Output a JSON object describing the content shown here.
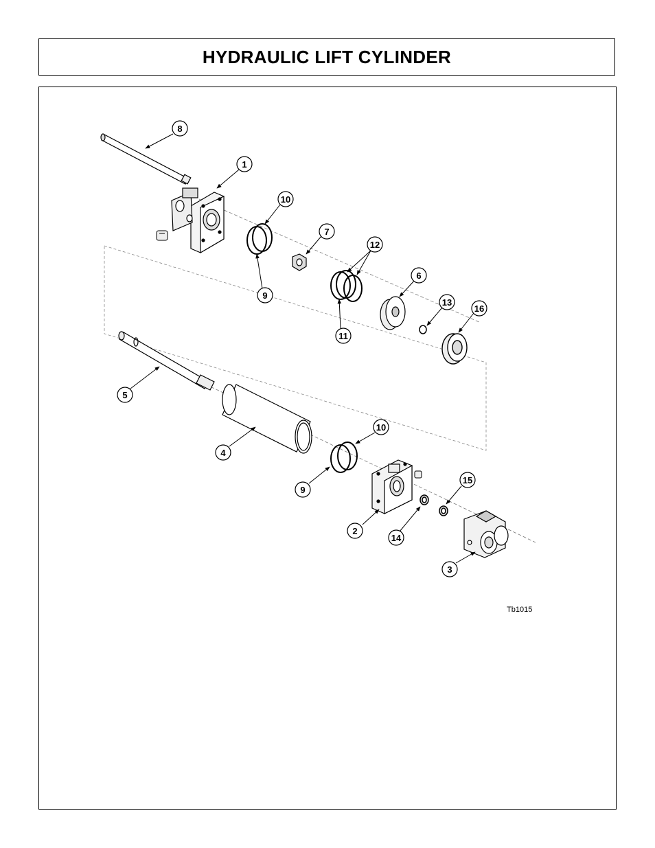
{
  "page": {
    "title": "HYDRAULIC LIFT CYLINDER"
  },
  "figure": {
    "ref_code": "Tb1015",
    "callouts": [
      "8",
      "1",
      "10",
      "7",
      "12",
      "9",
      "6",
      "13",
      "16",
      "11",
      "5",
      "4",
      "10",
      "9",
      "15",
      "2",
      "14",
      "3"
    ]
  }
}
